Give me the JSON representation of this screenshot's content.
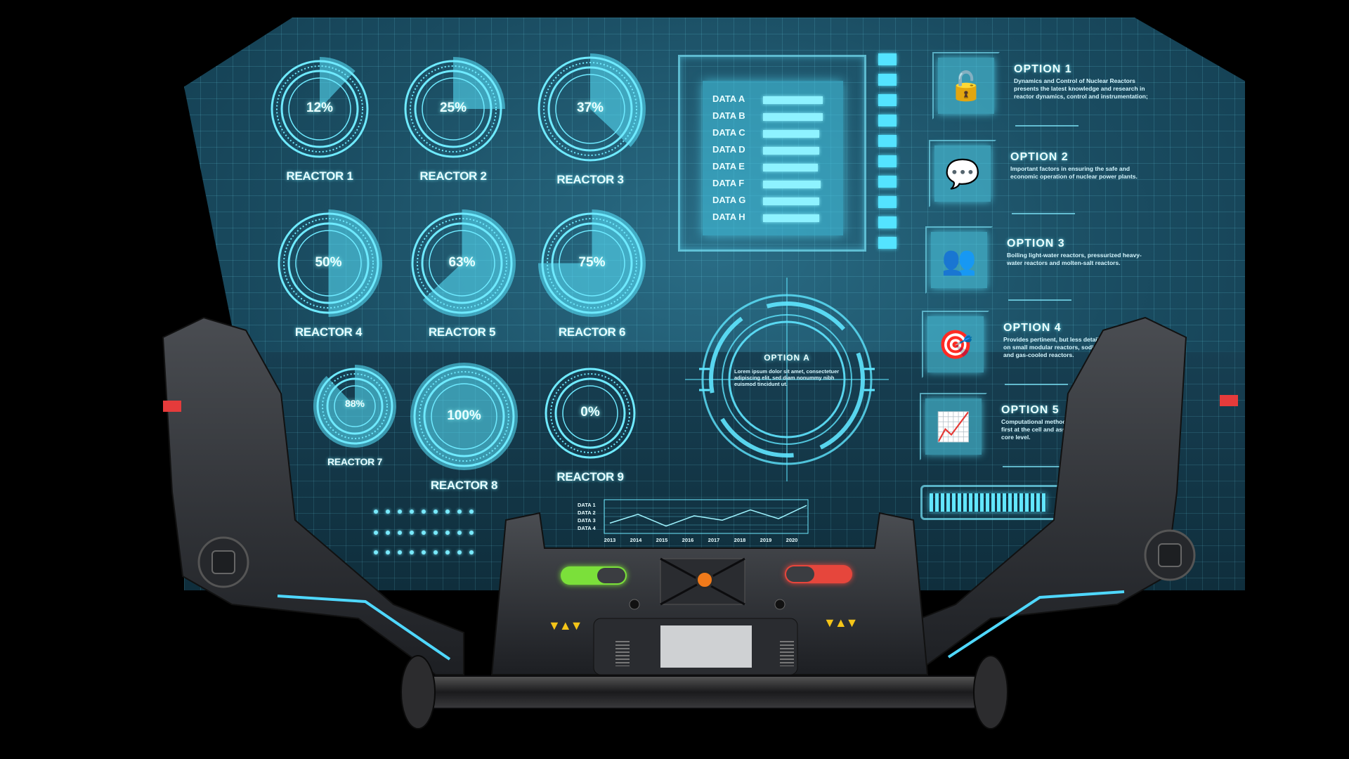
{
  "reactors": [
    {
      "label": "REACTOR 1",
      "percent": "12%",
      "value": 0.12
    },
    {
      "label": "REACTOR 2",
      "percent": "25%",
      "value": 0.25
    },
    {
      "label": "REACTOR 3",
      "percent": "37%",
      "value": 0.37
    },
    {
      "label": "REACTOR 4",
      "percent": "50%",
      "value": 0.5
    },
    {
      "label": "REACTOR 5",
      "percent": "63%",
      "value": 0.63
    },
    {
      "label": "REACTOR 6",
      "percent": "75%",
      "value": 0.75
    },
    {
      "label": "REACTOR 7",
      "percent": "88%",
      "value": 0.88
    },
    {
      "label": "REACTOR 8",
      "percent": "100%",
      "value": 1.0
    },
    {
      "label": "REACTOR 9",
      "percent": "0%",
      "value": 0.0
    }
  ],
  "data_panel": {
    "rows": [
      {
        "label": "DATA A",
        "value": 0.85
      },
      {
        "label": "DATA B",
        "value": 0.85
      },
      {
        "label": "DATA C",
        "value": 0.8
      },
      {
        "label": "DATA D",
        "value": 0.8
      },
      {
        "label": "DATA E",
        "value": 0.78
      },
      {
        "label": "DATA F",
        "value": 0.82
      },
      {
        "label": "DATA G",
        "value": 0.8
      },
      {
        "label": "DATA H",
        "value": 0.8
      }
    ]
  },
  "options": [
    {
      "title": "OPTION 1",
      "icon": "unlock-icon",
      "glyph": "🔓",
      "desc": "Dynamics and Control of Nuclear Reactors presents the latest knowledge and research in reactor dynamics, control and instrumentation;"
    },
    {
      "title": "OPTION 2",
      "icon": "chat-icon",
      "glyph": "💬",
      "desc": "Important factors in ensuring the safe and economic operation of nuclear power plants."
    },
    {
      "title": "OPTION 3",
      "icon": "users-icon",
      "glyph": "👥",
      "desc": "Boiling light-water reactors, pressurized heavy-water reactors and molten-salt reactors."
    },
    {
      "title": "OPTION 4",
      "icon": "target-icon",
      "glyph": "🎯",
      "desc": "Provides pertinent, but less detailed information on small modular reactors, sodium fast reactors, and gas-cooled reactors."
    },
    {
      "title": "OPTION 5",
      "icon": "chart-icon",
      "glyph": "📈",
      "desc": "Computational methods for neutron transport, first at the cell and assembly levels, then at the core level."
    }
  ],
  "target": {
    "title": "OPTION A",
    "desc": "Lorem ipsum dolor sit amet, consectetuer adipiscing elit, sed diam nonummy nibh euismod tincidunt ut."
  },
  "mini_chart": {
    "series_labels": [
      "DATA 1",
      "DATA 2",
      "DATA 3",
      "DATA 4"
    ],
    "years": [
      "2013",
      "2014",
      "2015",
      "2016",
      "2017",
      "2018",
      "2019",
      "2020"
    ],
    "values": [
      0.3,
      0.6,
      0.2,
      0.55,
      0.4,
      0.75,
      0.45,
      0.9
    ]
  },
  "progress": {
    "value": 0.92
  },
  "colors": {
    "accent": "#54e3ff",
    "toggle_green": "#7be03a",
    "toggle_red": "#e6463c",
    "center_button": "#f07a1a",
    "warning": "#f5c518"
  }
}
